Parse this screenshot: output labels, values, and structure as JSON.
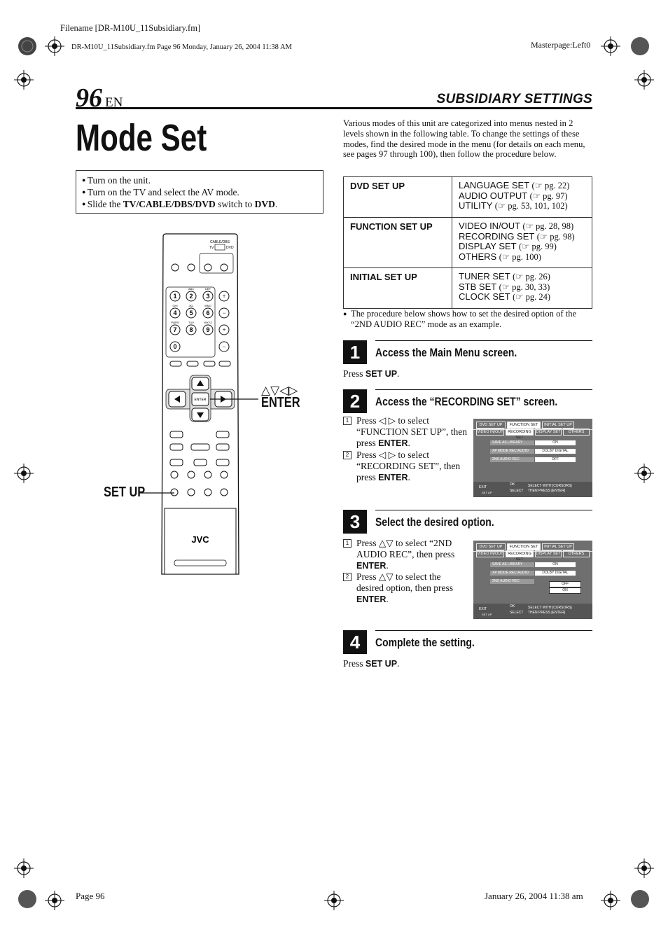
{
  "meta": {
    "filename": "Filename [DR-M10U_11Subsidiary.fm]",
    "fileinfo": "DR-M10U_11Subsidiary.fm  Page 96  Monday, January 26, 2004  11:38 AM",
    "masterpage": "Masterpage:Left0",
    "footer_page": "Page 96",
    "footer_date": "January 26, 2004 11:38 am"
  },
  "header": {
    "page_number": "96",
    "lang": "EN",
    "section": "SUBSIDIARY SETTINGS",
    "title": "Mode Set"
  },
  "prereq": [
    {
      "pre": "Turn on the unit.",
      "bold": "",
      "post": "",
      "bold2": "",
      "end": ""
    },
    {
      "pre": "Turn on the TV and select the AV mode.",
      "bold": "",
      "post": "",
      "bold2": "",
      "end": ""
    },
    {
      "pre": "Slide the ",
      "bold": "TV/CABLE/DBS/DVD",
      "post": " switch to ",
      "bold2": "DVD",
      "end": "."
    }
  ],
  "intro": "Various modes of this unit are categorized into menus nested in 2 levels shown in the following table. To change the settings of these modes, find the desired mode in the menu (for details on each menu, see pages 97 through 100), then follow the procedure below.",
  "menu_table": [
    {
      "menu": "DVD SET UP",
      "items": [
        {
          "name": "LANGUAGE SET",
          "ref": "(☞ pg. 22)"
        },
        {
          "name": "AUDIO OUTPUT",
          "ref": "(☞ pg. 97)"
        },
        {
          "name": "UTILITY",
          "ref": "(☞ pg. 53, 101, 102)"
        }
      ]
    },
    {
      "menu": "FUNCTION SET UP",
      "items": [
        {
          "name": "VIDEO IN/OUT",
          "ref": "(☞ pg. 28, 98)"
        },
        {
          "name": "RECORDING SET",
          "ref": "(☞ pg. 98)"
        },
        {
          "name": "DISPLAY SET",
          "ref": "(☞ pg. 99)"
        },
        {
          "name": "OTHERS",
          "ref": "(☞ pg. 100)"
        }
      ]
    },
    {
      "menu": "INITIAL SET UP",
      "items": [
        {
          "name": "TUNER SET",
          "ref": "(☞ pg. 26)"
        },
        {
          "name": "STB SET",
          "ref": "(☞ pg. 30, 33)"
        },
        {
          "name": "CLOCK SET",
          "ref": "(☞ pg. 24)"
        }
      ]
    }
  ],
  "note": "The procedure below shows how to set the desired option of the “2ND AUDIO REC” mode as an example.",
  "steps": [
    {
      "num": "1",
      "heading": "Access the Main Menu screen.",
      "press": "Press ",
      "key": "SET UP",
      "end": "."
    },
    {
      "num": "2",
      "heading": "Access the “RECORDING SET” screen.",
      "sub1": {
        "n": "1",
        "a": "Press ◁ ▷ to select “FUNCTION SET UP”, then press ",
        "k": "ENTER",
        "e": "."
      },
      "sub2": {
        "n": "2",
        "a": "Press ◁ ▷ to select “RECORDING SET”, then press ",
        "k": "ENTER",
        "e": "."
      }
    },
    {
      "num": "3",
      "heading": "Select the desired option.",
      "sub1": {
        "n": "1",
        "a": "Press △▽ to select “2ND AUDIO REC”, then press ",
        "k": "ENTER",
        "e": "."
      },
      "sub2": {
        "n": "2",
        "a": "Press △▽ to select the desired option, then press ",
        "k": "ENTER",
        "e": "."
      }
    },
    {
      "num": "4",
      "heading": "Complete the setting.",
      "press": "Press ",
      "key": "SET UP",
      "end": "."
    }
  ],
  "osd": {
    "tabs": [
      "DVD SET UP",
      "FUNCTION SET UP",
      "INITIAL SET UP"
    ],
    "subtabs": [
      "VIDEO IN/OUT",
      "RECORDING SET",
      "DISPLAY SET",
      "OTHERS"
    ],
    "rows1": [
      {
        "label": "SAVE AS LIBRARY",
        "value": "ON"
      },
      {
        "label": "XP MODE REC AUDIO",
        "value": "DOLBY DIGITAL"
      },
      {
        "label": "2ND AUDIO REC",
        "value": "OFF"
      }
    ],
    "options": [
      "OFF",
      "ON"
    ],
    "foot_exit": "EXIT",
    "foot_setup": "SET UP",
    "foot_ok": "OK",
    "foot_select": "SELECT",
    "foot_msg1": "SELECT WITH [CURSORS]",
    "foot_msg2": "THEN PRESS [ENTER]"
  },
  "remote": {
    "callout_arrows": "△▽◁▷",
    "callout_enter": "ENTER",
    "callout_setup": "SET UP",
    "brand": "JVC",
    "switch_label": "CABLE/DBS",
    "switch_tv": "TV",
    "switch_dvd": "DVD",
    "keys": [
      "1",
      "2",
      "3",
      "4",
      "5",
      "6",
      "7",
      "8",
      "9",
      "0"
    ],
    "letters": [
      "ABC",
      "DEF",
      "GHI",
      "JKL",
      "MNO",
      "PQRS",
      "TUV",
      "WXYZ"
    ],
    "enter_label": "ENTER"
  }
}
